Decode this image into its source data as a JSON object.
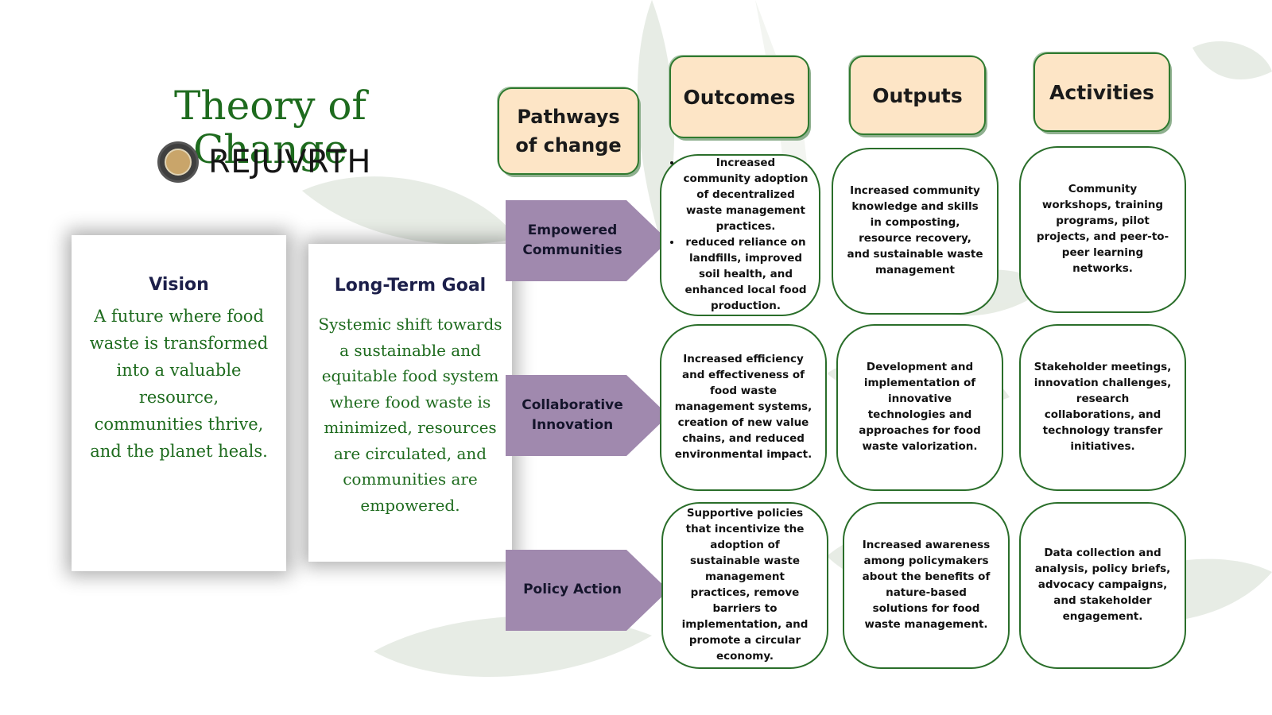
{
  "title": "Theory of Change",
  "brand": {
    "name": "REJUVRTH",
    "logo_icon": "rejuvrth-logo-icon"
  },
  "vision": {
    "heading": "Vision",
    "text": "A future where food waste is transformed into a valuable resource, communities thrive, and the planet heals."
  },
  "goal": {
    "heading": "Long-Term Goal",
    "text": "Systemic shift towards a sustainable and equitable food system where food waste is minimized, resources are circulated, and communities are empowered."
  },
  "headers": {
    "pathways": [
      "Pathways",
      "of change"
    ],
    "outcomes": "Outcomes",
    "outputs": "Outputs",
    "activities": "Activities"
  },
  "pathways": [
    {
      "label": [
        "Empowered",
        "Communities"
      ],
      "outcomes": [
        "Increased community adoption of decentralized waste management practices.",
        "reduced reliance on landfills, improved soil health, and enhanced local food production."
      ],
      "outputs": "Increased community knowledge and skills in composting, resource recovery, and sustainable waste management",
      "activities": "Community workshops, training programs, pilot projects, and peer-to-peer learning networks."
    },
    {
      "label": [
        "Collaborative",
        "Innovation"
      ],
      "outcomes": "Increased efficiency and effectiveness of food waste management systems, creation of new value chains, and reduced environmental impact.",
      "outputs": "Development and implementation of innovative technologies and approaches for food waste valorization.",
      "activities": "Stakeholder meetings, innovation challenges, research collaborations, and technology transfer initiatives."
    },
    {
      "label": [
        "Policy Action"
      ],
      "outcomes": "Supportive policies that incentivize the adoption of sustainable waste management practices, remove barriers to implementation, and promote a circular economy.",
      "outputs": "Increased awareness among policymakers about the  benefits of nature-based solutions for food waste management.",
      "activities": "Data collection and analysis, policy briefs, advocacy campaigns, and stakeholder engagement."
    }
  ],
  "colors": {
    "title_green": "#1e6b1e",
    "header_fill": "#fde5c6",
    "arrow_fill": "#a089ae",
    "box_border": "#2a6e2a",
    "heading_navy": "#1c1f4a"
  }
}
